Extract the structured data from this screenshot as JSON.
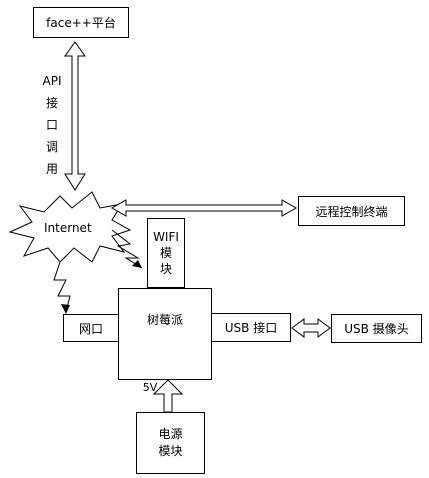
{
  "nodes": {
    "face": "face++平台",
    "internet": "Internet",
    "remote": "远程控制终端",
    "wifi_line1": "WIFI",
    "wifi_line2": "模",
    "wifi_line3": "块",
    "pi": "树莓派",
    "eth": "网口",
    "usb_port": "USB 接口",
    "usb_cam": "USB 摄像头",
    "power_line1": "电源",
    "power_line2": "模块"
  },
  "labels": {
    "api_line1": "API",
    "api_line2": "接",
    "api_line3": "口",
    "api_line4": "调",
    "api_line5": "用",
    "voltage": "5V"
  }
}
